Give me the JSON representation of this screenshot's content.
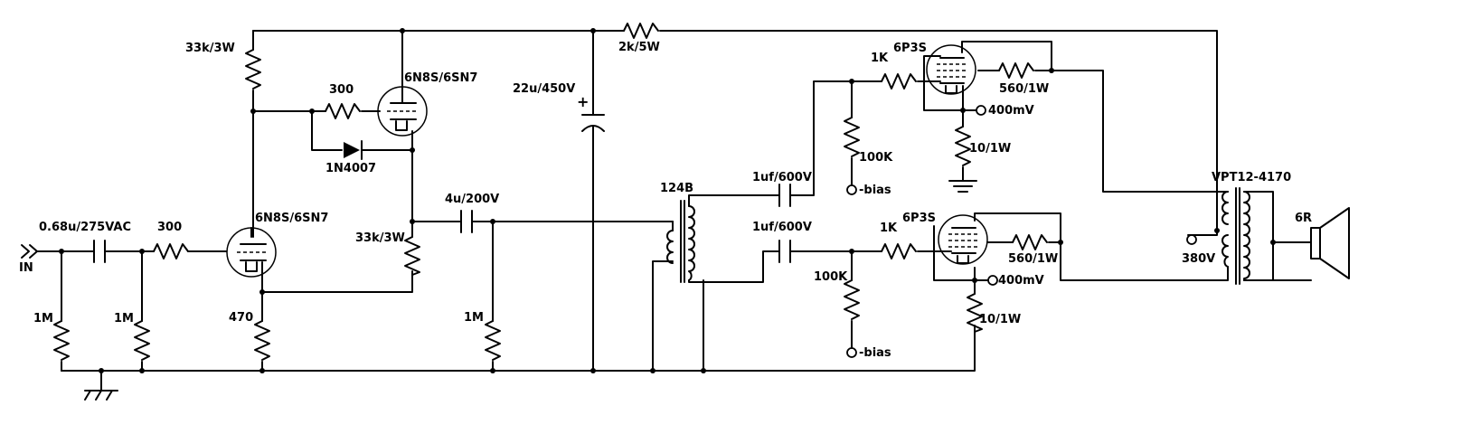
{
  "labels": {
    "in": "IN",
    "c_in": "0.68u/275VAC",
    "r_in_grid": "300",
    "r_gnd_1": "1M",
    "r_gnd_2": "1M",
    "v1": "6N8S/6SN7",
    "r_cathode": "470",
    "r_plate_top": "33k/3W",
    "r_grid_2": "300",
    "v2": "6N8S/6SN7",
    "diode": "1N4007",
    "r_plate_2": "33k/3W",
    "c_coupling": "4u/200V",
    "r_gnd_3": "1M",
    "c_filter": "22u/450V",
    "c_plus": "+",
    "r_dropping": "2k/5W",
    "driver_xfmr": "124B",
    "c_top": "1uf/600V",
    "c_bot": "1uf/600V",
    "r_grid_top": "1K",
    "r_grid_bot": "1K",
    "r_bias_top": "100K",
    "r_bias_bot": "100K",
    "bias_top": "-bias",
    "bias_bot": "-bias",
    "v_top": "6P3S",
    "v_bot": "6P3S",
    "r_screen_top": "560/1W",
    "r_screen_bot": "560/1W",
    "test_top": "400mV",
    "test_bot": "400mV",
    "r_k_top": "10/1W",
    "r_k_bot": "10/1W",
    "out_xfmr": "VPT12-4170",
    "b_plus": "380V",
    "speaker": "6R"
  }
}
